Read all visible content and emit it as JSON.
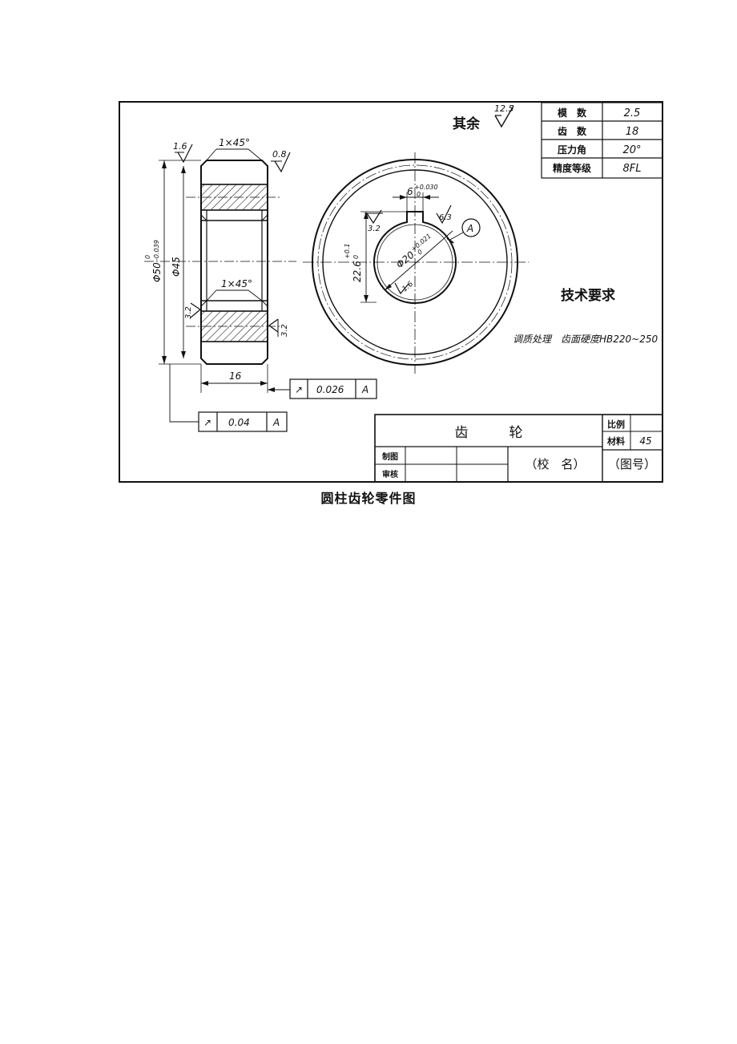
{
  "surface_finish_note": {
    "label": "其余",
    "value": "12.5"
  },
  "param_table": [
    {
      "name": "模　数",
      "value": "2.5"
    },
    {
      "name": "齿　数",
      "value": "18"
    },
    {
      "name": "压力角",
      "value": "20°"
    },
    {
      "name": "精度等级",
      "value": "8FL"
    }
  ],
  "side_view": {
    "roughness_top_left": "1.6",
    "roughness_top_right": "0.8",
    "chamfer_top": "1×45°",
    "chamfer_inner": "1×45°",
    "roughness_left": "3.2",
    "roughness_right": "3.2",
    "dim_outer_diameter": "Φ50",
    "dim_outer_tol_upper": "0",
    "dim_outer_tol_lower": "-0.039",
    "dim_inner_diameter": "Φ45",
    "dim_width": "16"
  },
  "front_view": {
    "keyway_width": "6",
    "keyway_tol_upper": "+0.030",
    "keyway_tol_lower": "0",
    "roughness_keyway_left": "3.2",
    "roughness_keyway_right": "6.3",
    "datum_label": "A",
    "bore_diameter": "Φ20",
    "bore_tol_upper": "+0.021",
    "bore_tol_lower": "0",
    "keyway_depth": "22.6",
    "keyway_depth_tol_upper": "+0.1",
    "keyway_depth_tol_lower": "0",
    "roughness_bore": "1.6"
  },
  "tolerance_frames": [
    {
      "symbol": "↗",
      "value": "0.026",
      "datum": "A"
    },
    {
      "symbol": "↗",
      "value": "0.04",
      "datum": "A"
    }
  ],
  "tech_requirements": {
    "title": "技术要求",
    "line": "调质处理　齿面硬度HB220~250"
  },
  "title_block": {
    "part_name": "齿　　　轮",
    "scale_label": "比例",
    "scale_value": "",
    "material_label": "材料",
    "material_value": "45",
    "drawn_label": "制图",
    "checked_label": "审核",
    "school": "（校　名）",
    "drawing_no": "（图号）"
  },
  "caption": "圆柱齿轮零件图"
}
